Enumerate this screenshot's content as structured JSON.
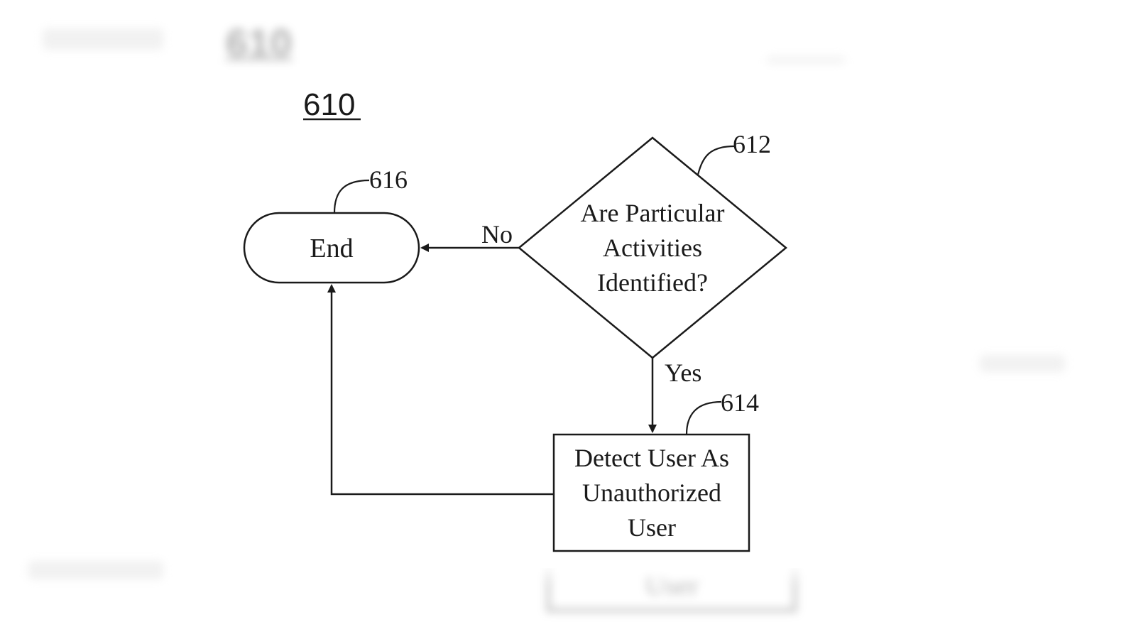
{
  "figure": {
    "label": "610",
    "ghost_label": "610",
    "ghost_box_text": "User"
  },
  "nodes": {
    "end": {
      "text": "End",
      "ref": "616"
    },
    "decision": {
      "lines": [
        "Are Particular",
        "Activities",
        "Identified?"
      ],
      "ref": "612"
    },
    "detect": {
      "lines": [
        "Detect User As",
        "Unauthorized",
        "User"
      ],
      "ref": "614"
    }
  },
  "edges": {
    "no_label": "No",
    "yes_label": "Yes"
  },
  "colors": {
    "ink": "#1a1a1a",
    "background": "#ffffff",
    "ghost": "#8a8a8a"
  }
}
